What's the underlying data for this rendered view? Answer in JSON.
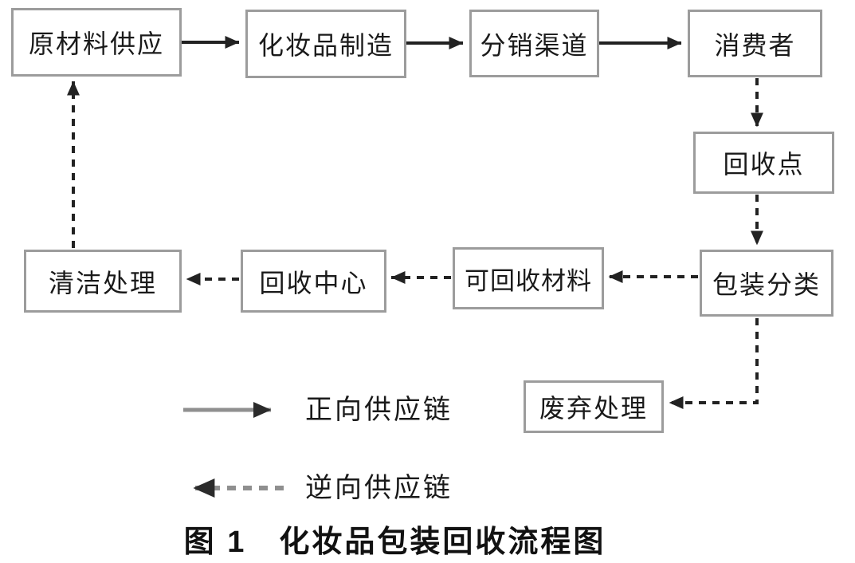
{
  "figure": {
    "caption": "图 1　化妆品包装回收流程图",
    "nodes": {
      "raw_material_supply": {
        "label": "原材料供应"
      },
      "cosmetics_manufacturing": {
        "label": "化妆品制造"
      },
      "distribution_channel": {
        "label": "分销渠道"
      },
      "consumer": {
        "label": "消费者"
      },
      "recycling_point": {
        "label": "回收点"
      },
      "packaging_sorting": {
        "label": "包装分类"
      },
      "recyclable_materials": {
        "label": "可回收材料"
      },
      "recycling_center": {
        "label": "回收中心"
      },
      "cleaning_treatment": {
        "label": "清洁处理"
      },
      "waste_disposal": {
        "label": "废弃处理"
      }
    },
    "legend": {
      "forward_label": "正向供应链",
      "reverse_label": "逆向供应链"
    },
    "edges": [
      {
        "from": "原材料供应",
        "to": "化妆品制造",
        "type": "solid"
      },
      {
        "from": "化妆品制造",
        "to": "分销渠道",
        "type": "solid"
      },
      {
        "from": "分销渠道",
        "to": "消费者",
        "type": "solid"
      },
      {
        "from": "消费者",
        "to": "回收点",
        "type": "dashed"
      },
      {
        "from": "回收点",
        "to": "包装分类",
        "type": "dashed"
      },
      {
        "from": "包装分类",
        "to": "可回收材料",
        "type": "dashed"
      },
      {
        "from": "可回收材料",
        "to": "回收中心",
        "type": "dashed"
      },
      {
        "from": "回收中心",
        "to": "清洁处理",
        "type": "dashed"
      },
      {
        "from": "清洁处理",
        "to": "原材料供应",
        "type": "dashed"
      },
      {
        "from": "包装分类",
        "to": "废弃处理",
        "type": "dashed"
      }
    ],
    "colors": {
      "box_border": "#9c9c9c",
      "text": "#1a1a1a",
      "arrow": "#222222",
      "legend_line": "#8f8f8f"
    }
  }
}
